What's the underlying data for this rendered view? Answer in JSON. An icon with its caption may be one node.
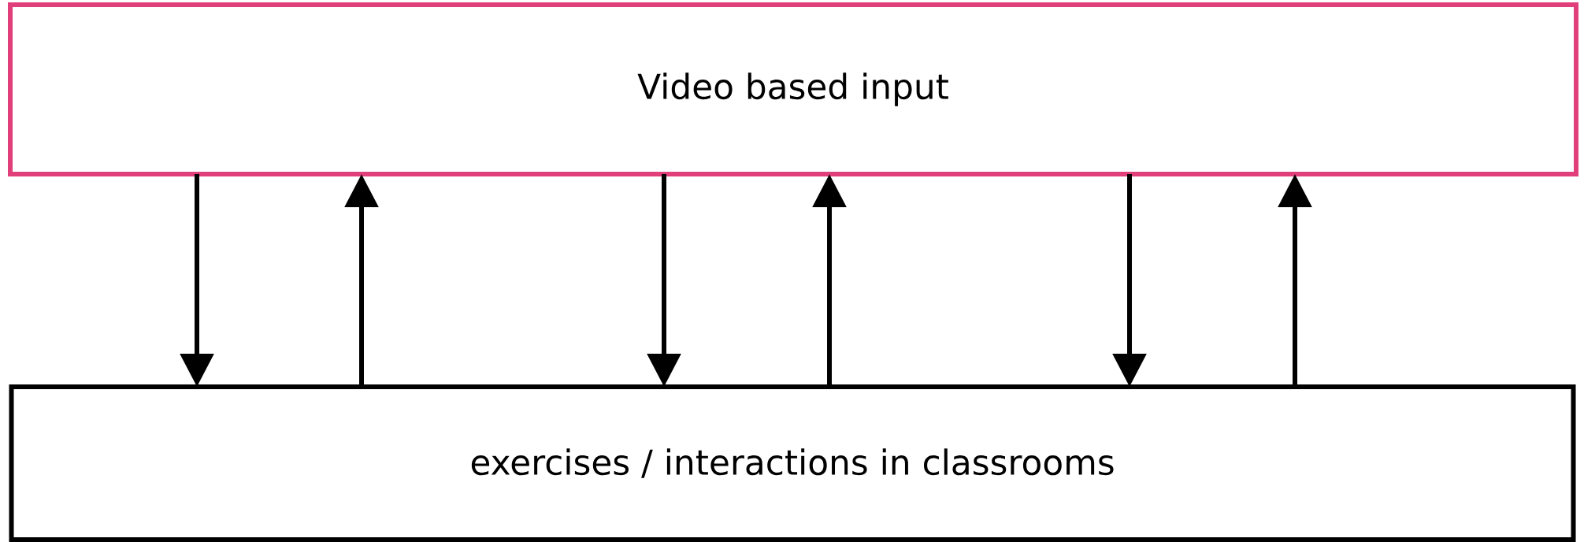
{
  "diagram": {
    "nodes": [
      {
        "text": [
          "Video based input"
        ]
      },
      {
        "text": [
          "exercises / interactions in classrooms"
        ]
      }
    ],
    "edges": [
      {
        "from": 0,
        "to": 1,
        "arrow": "to"
      },
      {
        "from": 1,
        "to": 0,
        "arrow": "to"
      },
      {
        "from": 0,
        "to": 1,
        "arrow": "to"
      },
      {
        "from": 1,
        "to": 0,
        "arrow": "to"
      },
      {
        "from": 0,
        "to": 1,
        "arrow": "to"
      },
      {
        "from": 1,
        "to": 0,
        "arrow": "to"
      }
    ]
  }
}
